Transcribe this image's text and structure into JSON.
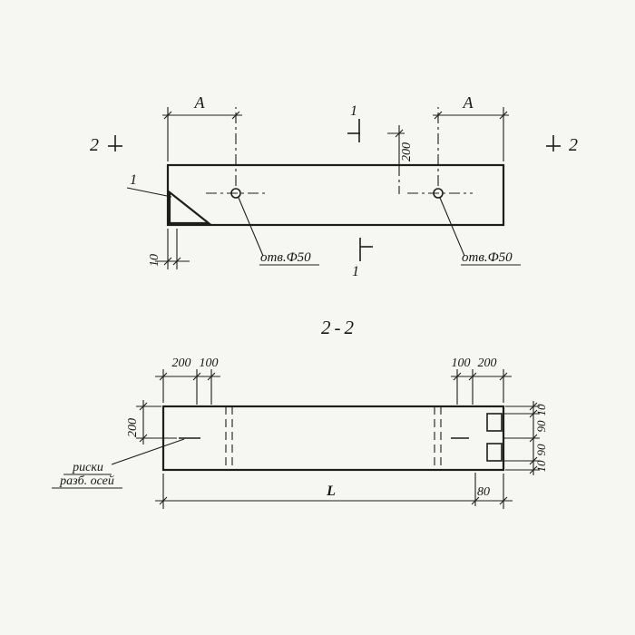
{
  "top_view": {
    "dim_a_left": "A",
    "dim_a_right": "A",
    "dim_offset_200": "200",
    "dim_edge_10": "10",
    "hole_left_label": "отв.Ф50",
    "hole_right_label": "отв.Ф50",
    "detail_mark": "1",
    "section_1_top": "1",
    "section_1_bottom": "1",
    "section_2_left": "2",
    "section_2_right": "2"
  },
  "section_view": {
    "title": "2-2",
    "dim_height_200": "200",
    "top_dims_left": [
      "200",
      "100"
    ],
    "top_dims_right": [
      "100",
      "200"
    ],
    "right_dims": [
      "10",
      "90",
      "90",
      "10"
    ],
    "dim_length": "L",
    "dim_80": "80",
    "axis_note_line1": "риски",
    "axis_note_line2": "разб. осей"
  }
}
